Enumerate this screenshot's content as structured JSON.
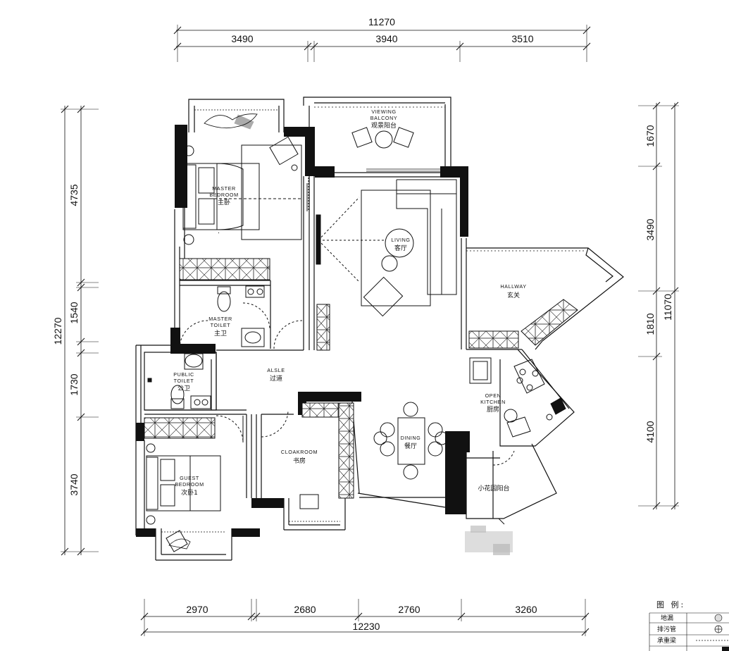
{
  "dimensions": {
    "top_total": "11270",
    "top_segments": [
      "3490",
      "3940",
      "3510"
    ],
    "bottom_total": "12230",
    "bottom_segments": [
      "2970",
      "2680",
      "2760",
      "3260"
    ],
    "left_total": "12270",
    "left_segments": [
      "4735",
      "1540",
      "1730",
      "3740"
    ],
    "right_total": "11070",
    "right_segments": [
      "1670",
      "3490",
      "1810",
      "4100"
    ]
  },
  "rooms": {
    "viewing_balcony": {
      "en_line1": "Viewing",
      "en_line2": "Balcony",
      "cn": "观景阳台"
    },
    "master_bedroom": {
      "en_line1": "Master",
      "en_line2": "Bedroom",
      "cn": "主卧"
    },
    "living": {
      "en": "Living",
      "cn": "客厅"
    },
    "hallway": {
      "en": "Hallway",
      "cn": "玄关"
    },
    "master_toilet": {
      "en_line1": "Master",
      "en_line2": "Toilet",
      "cn": "主卫"
    },
    "aisle": {
      "en": "Alsle",
      "cn": "过道"
    },
    "public_toilet": {
      "en_line1": "Public",
      "en_line2": "Toilet",
      "cn": "公卫"
    },
    "open_kitchen": {
      "en_line1": "Open",
      "en_line2": "Kitchen",
      "cn": "厨房"
    },
    "dining": {
      "en": "Dining",
      "cn": "餐厅"
    },
    "cloakroom": {
      "en": "Cloakroom",
      "cn": "书房"
    },
    "guest_bedroom": {
      "en_line1": "Guest",
      "en_line2": "Bedroom",
      "cn": "次卧1"
    },
    "garden_balcony": {
      "cn": "小花园阳台"
    }
  },
  "legend": {
    "title": "图 例:",
    "items": [
      {
        "label": "地漏",
        "icon": "floor-drain-icon"
      },
      {
        "label": "排污管",
        "icon": "sewage-pipe-icon"
      },
      {
        "label": "承重梁",
        "icon": "load-bearing-beam-icon"
      }
    ]
  }
}
